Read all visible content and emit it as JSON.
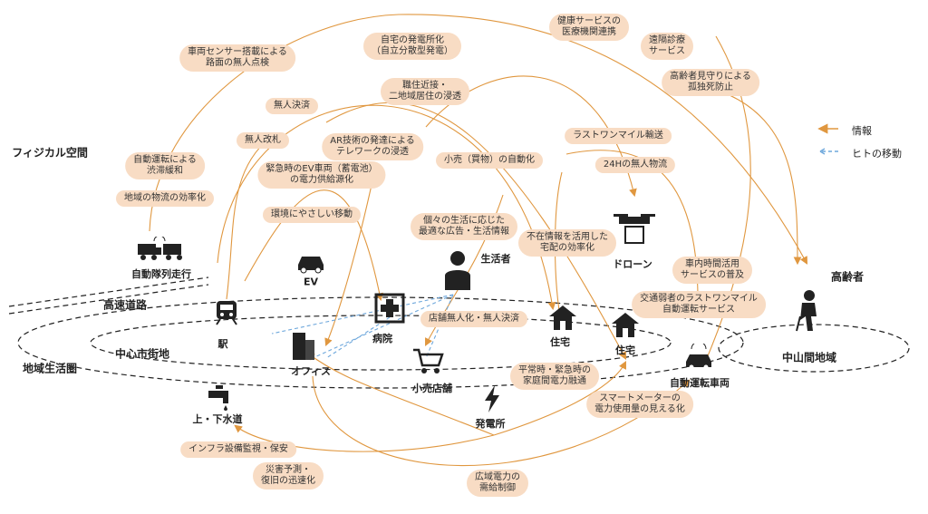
{
  "areas": {
    "physical": "フィジカル空間",
    "highway": "高速道路",
    "regional": "地域生活圏",
    "city_center": "中心市街地",
    "mountain": "中山間地域"
  },
  "legend": {
    "info": "情報",
    "people_move": "ヒトの移動",
    "info_color": "#e0973f",
    "people_color": "#6fa8dc"
  },
  "nodes": {
    "platoon": "自動隊列走行",
    "ev": "EV",
    "consumer": "生活者",
    "drone": "ドローン",
    "elderly": "高齢者",
    "station": "駅",
    "hospital": "病院",
    "office": "オフィス",
    "retail": "小売店舗",
    "house1": "住宅",
    "house2": "住宅",
    "auto_vehicle": "自動運転車両",
    "water": "上・下水道",
    "power_plant": "発電所"
  },
  "tags": [
    "車両センサー搭載による\n路面の無人点検",
    "自宅の発電所化\n（自立分散型発電）",
    "健康サービスの\n医療機関連携",
    "遠隔診療\nサービス",
    "高齢者見守りによる\n孤独死防止",
    "職住近接・\n二地域居住の浸透",
    "無人決済",
    "無人改札",
    "AR技術の発達による\nテレワークの浸透",
    "ラストワンマイル輸送",
    "自動運転による\n渋滞緩和",
    "緊急時のEV車両（蓄電池）\nの電力供給源化",
    "小売（買物）の自動化",
    "24Hの無人物流",
    "地域の物流の効率化",
    "環境にやさしい移動",
    "個々の生活に応じた\n最適な広告・生活情報",
    "不在情報を活用した\n宅配の効率化",
    "車内時間活用\nサービスの普及",
    "交通弱者のラストワンマイル\n自動運転サービス",
    "店舗無人化・無人決済",
    "平常時・緊急時の\n家庭間電力融通",
    "スマートメーターの\n電力使用量の見える化",
    "インフラ設備監視・保安",
    "災害予測・\n復旧の迅速化",
    "広域電力の\n需給制御"
  ]
}
